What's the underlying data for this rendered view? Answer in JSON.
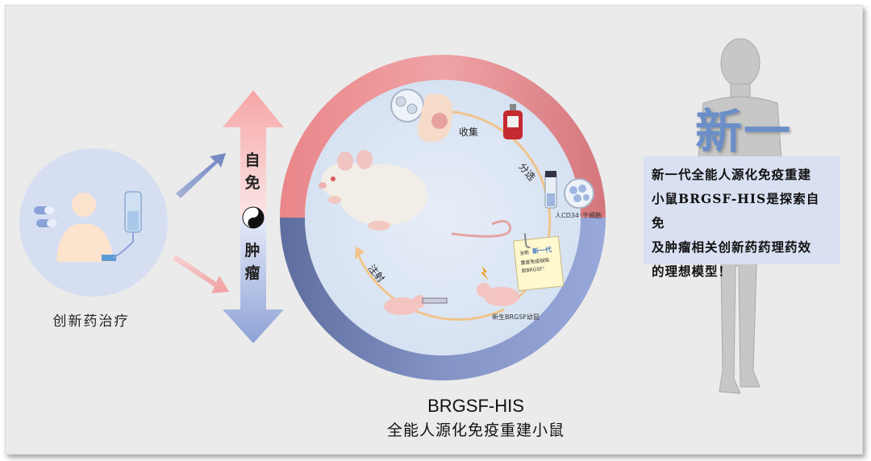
{
  "left_label": "创新药治疗",
  "arrow_labels": {
    "top": [
      "自",
      "免"
    ],
    "bottom": [
      "肿",
      "瘤"
    ]
  },
  "cycle_labels": {
    "collect": "收集",
    "separate": "分选",
    "inject": "注射",
    "cells": "人CD34⁺干细胞",
    "mice": "新生BRGSF幼鼠",
    "note": [
      "全新",
      "新一代",
      "重度免疫缺陷",
      "鼠BRGSF！"
    ]
  },
  "bottom": {
    "title": "BRGSF-HIS",
    "subtitle": "全能人源化免疫重建小鼠"
  },
  "right": {
    "headline": "新一代！",
    "description": [
      "新一代全能人源化免疫重建",
      "小鼠BRGSF-HIS是探索自免",
      "及肿瘤相关创新药药理药效",
      "的理想模型！"
    ]
  },
  "colors": {
    "ring_top": "#e07f82",
    "ring_bottom": "#7282b8",
    "arrow_top": "#f3a3a3",
    "arrow_bottom": "#8fa4d8",
    "headline": "#6a8fc8",
    "desc_bg": "#d9e0f2",
    "cycle_arrow": "#f0c48a"
  }
}
